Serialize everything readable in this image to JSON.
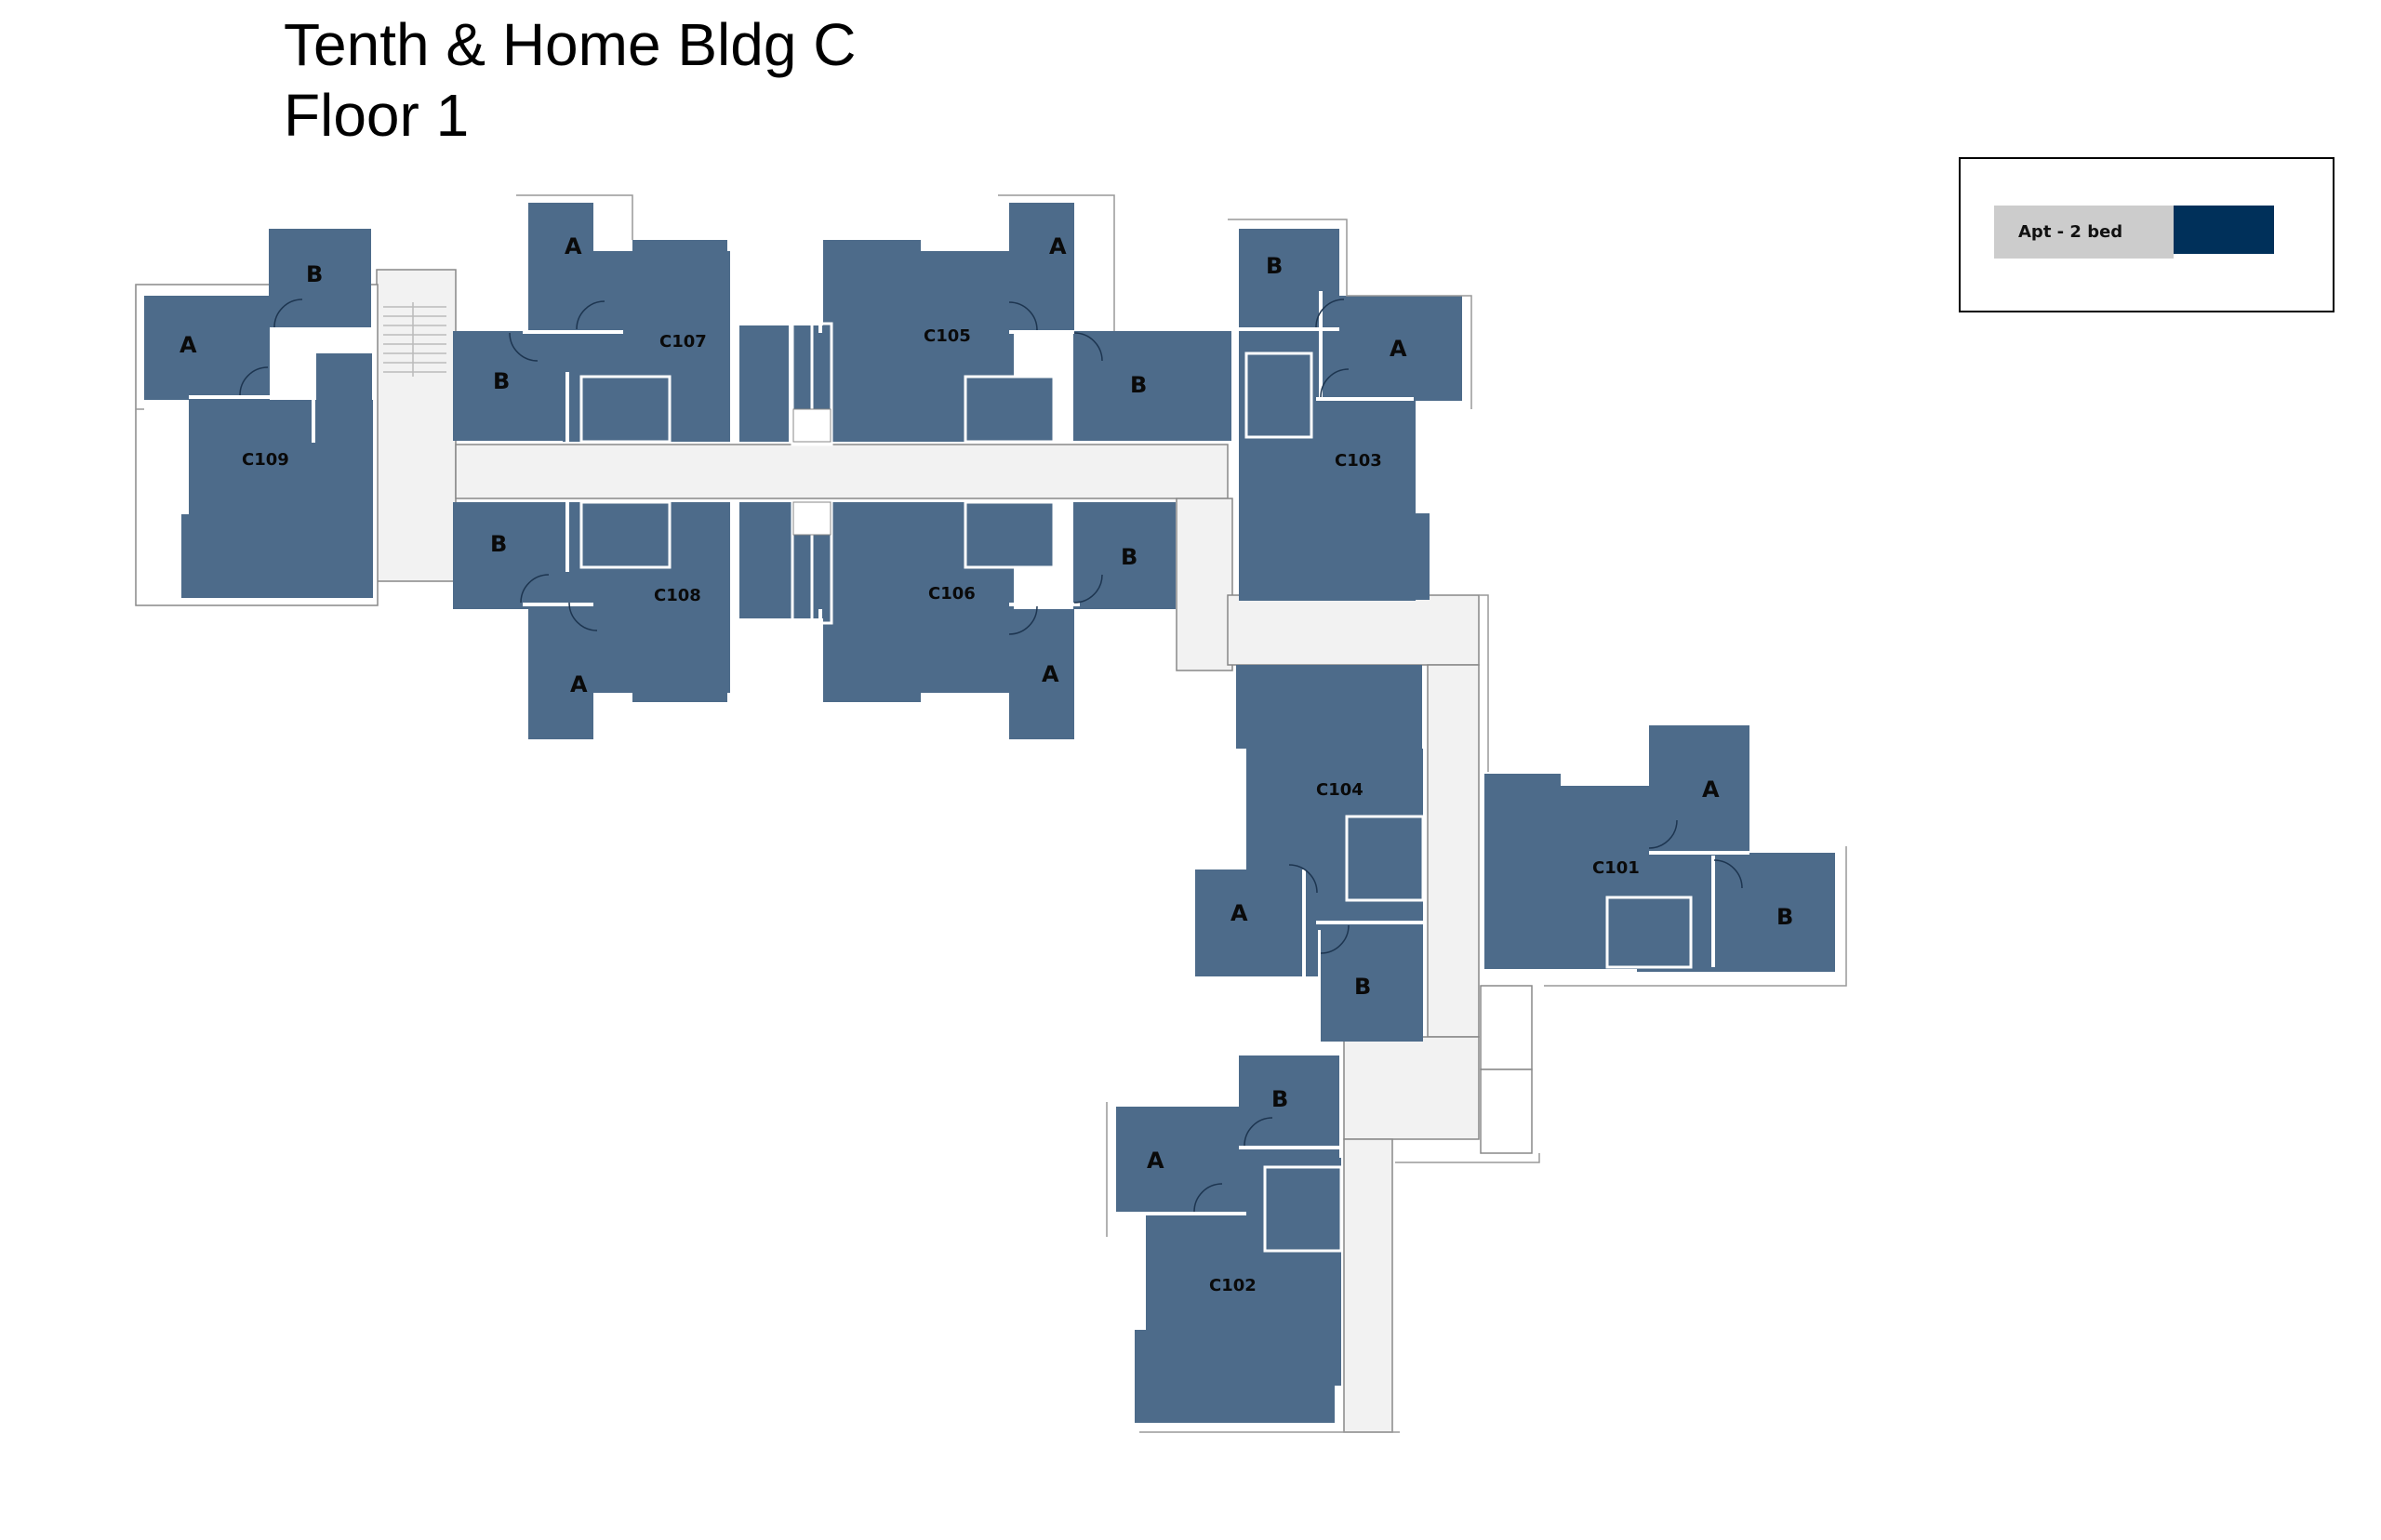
{
  "header": {
    "title_line1": "Tenth & Home Bldg C",
    "title_line2": "Floor 1"
  },
  "legend": {
    "items": [
      {
        "label": "Apt - 2 bed",
        "color": "#00305a"
      }
    ]
  },
  "colors": {
    "unit_fill": "#4d6b8a",
    "corridor_fill": "#f2f2f2",
    "legend_swatch": "#00305a",
    "legend_label_bg": "#cccccc"
  },
  "units": [
    {
      "id": "C109",
      "bedrooms": [
        "A",
        "B"
      ]
    },
    {
      "id": "C107",
      "bedrooms": [
        "A",
        "B"
      ]
    },
    {
      "id": "C105",
      "bedrooms": [
        "A",
        "B"
      ]
    },
    {
      "id": "C108",
      "bedrooms": [
        "A",
        "B"
      ]
    },
    {
      "id": "C106",
      "bedrooms": [
        "A",
        "B"
      ]
    },
    {
      "id": "C103",
      "bedrooms": [
        "A",
        "B"
      ]
    },
    {
      "id": "C104",
      "bedrooms": [
        "A",
        "B"
      ]
    },
    {
      "id": "C101",
      "bedrooms": [
        "A",
        "B"
      ]
    },
    {
      "id": "C102",
      "bedrooms": [
        "A",
        "B"
      ]
    }
  ],
  "labels": {
    "C109": {
      "unit": "C109",
      "a": "A",
      "b": "B"
    },
    "C107": {
      "unit": "C107",
      "a": "A",
      "b": "B"
    },
    "C105": {
      "unit": "C105",
      "a": "A",
      "b": "B"
    },
    "C108": {
      "unit": "C108",
      "a": "A",
      "b": "B"
    },
    "C106": {
      "unit": "C106",
      "a": "A",
      "b": "B"
    },
    "C103": {
      "unit": "C103",
      "a": "A",
      "b": "B"
    },
    "C104": {
      "unit": "C104",
      "a": "A",
      "b": "B"
    },
    "C101": {
      "unit": "C101",
      "a": "A",
      "b": "B"
    },
    "C102": {
      "unit": "C102",
      "a": "A",
      "b": "B"
    }
  }
}
